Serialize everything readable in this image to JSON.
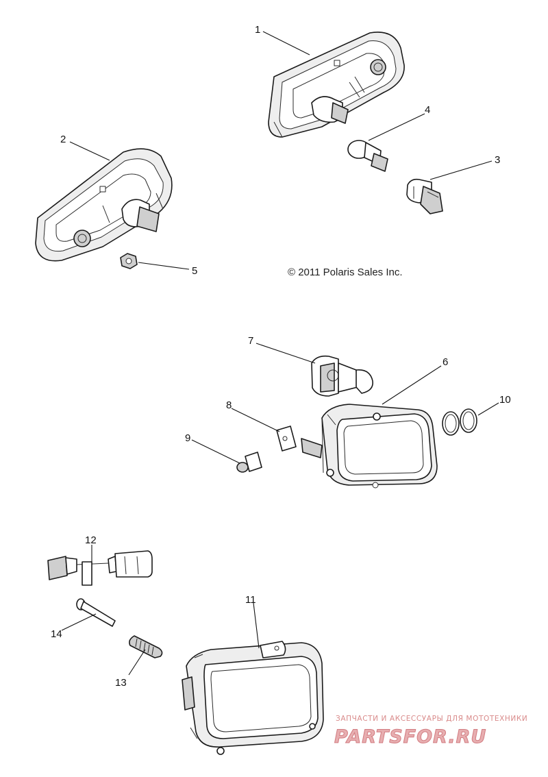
{
  "copyright": "© 2011 Polaris Sales Inc.",
  "callouts": [
    "1",
    "2",
    "3",
    "4",
    "5",
    "6",
    "7",
    "8",
    "9",
    "10",
    "11",
    "12",
    "13",
    "14"
  ],
  "watermark": {
    "tagline": "ЗАПЧАСТИ И АКСЕССУАРЫ ДЛЯ МОТОТЕХНИКИ",
    "logo": "PARTSFOR.RU"
  }
}
